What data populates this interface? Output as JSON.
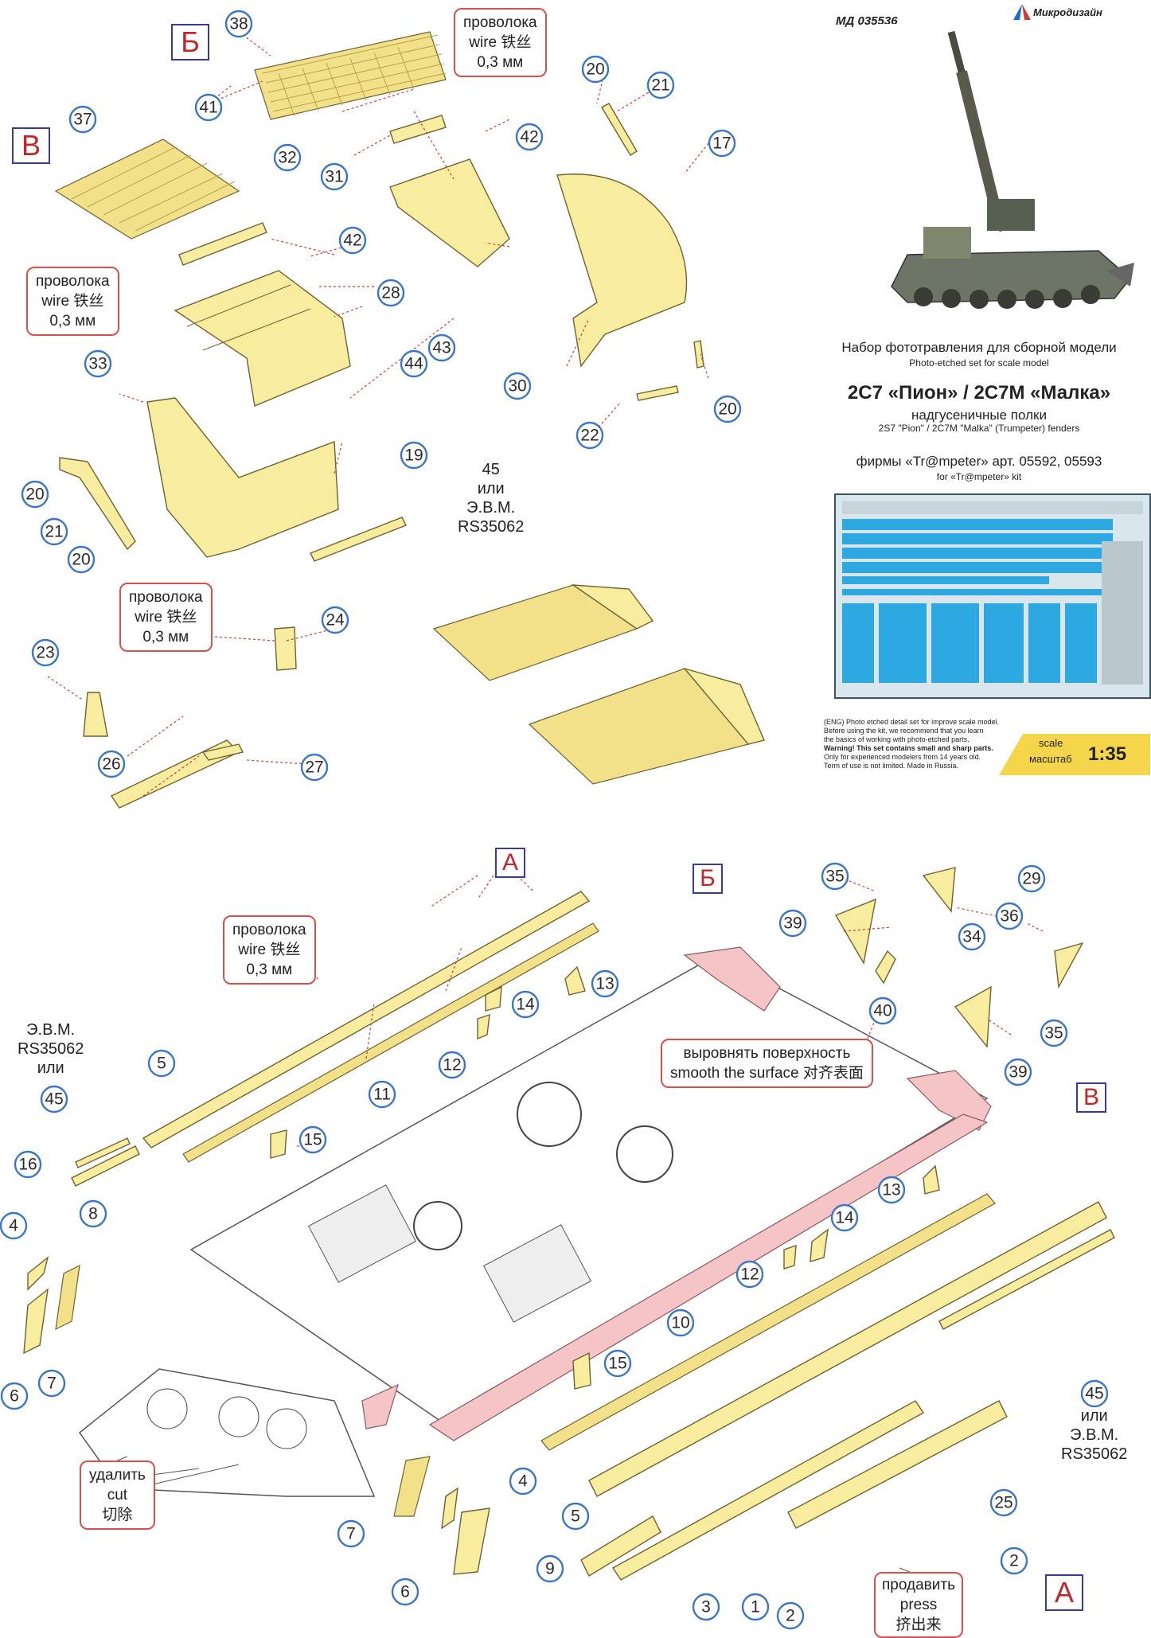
{
  "header": {
    "code": "МД 035536",
    "brand": "Микродизайн"
  },
  "info": {
    "title_ru": "Набор фототравления для сборной модели",
    "title_en": "Photo-etched set for scale model",
    "model": "2С7 «Пион» / 2С7М «Малка»",
    "subtitle_ru": "надгусеничные полки",
    "subtitle_en": "2S7 \"Pion\" / 2C7M \"Malka\" (Trumpeter) fenders",
    "kit_ru": "фирмы «Tr@mpeter» арт. 05592, 05593",
    "kit_en": "for «Tr@mpeter» kit",
    "note_line1": "(ENG) Photo etched detail set for improve scale model.",
    "note_line2": "Before using the kit, we recommend that you learn",
    "note_line3": "the basics of working with photo-etched parts.",
    "note_warning": "Warning! This set contains small and sharp parts.",
    "note_line5": "Only for experienced modelers from 14 years old.",
    "note_line6": "Term of use is not limited. Made in Russia.",
    "scale_label_en": "scale",
    "scale_label_ru": "масштаб",
    "scale_value": "1:35"
  },
  "callouts": {
    "wire_ru": "проволока",
    "wire_en": "wire 铁丝",
    "wire_size": "0,3 мм",
    "smooth_ru": "выровнять поверхность",
    "smooth_en": "smooth the surface 对齐表面",
    "cut_ru": "удалить",
    "cut_en": "cut",
    "cut_zh": "切除",
    "press_ru": "продавить",
    "press_en": "press",
    "press_zh": "挤出来",
    "evm1": "Э.В.М.",
    "evm2": "RS35062",
    "or": "или",
    "n45": "45"
  },
  "letters": {
    "A": "А",
    "B": "Б",
    "V": "В"
  },
  "part_numbers": [
    "38",
    "37",
    "41",
    "31",
    "42",
    "32",
    "42",
    "28",
    "44",
    "43",
    "33",
    "20",
    "21",
    "17",
    "30",
    "20",
    "22",
    "19",
    "20",
    "21",
    "20",
    "23",
    "24",
    "26",
    "27",
    "45",
    "16",
    "8",
    "4",
    "6",
    "7",
    "5",
    "11",
    "15",
    "14",
    "12",
    "13",
    "35",
    "29",
    "36",
    "39",
    "34",
    "40",
    "39",
    "35",
    "13",
    "14",
    "12",
    "10",
    "15",
    "45",
    "5",
    "9",
    "3",
    "1",
    "2",
    "25",
    "2",
    "4",
    "7",
    "6"
  ],
  "colors": {
    "part_fill": "#f8ec9e",
    "number_ring": "#3a76c8",
    "leader": "#d23b3b",
    "callout_border": "#d7504c",
    "pink_area": "#f4c4c6",
    "sheet_blue": "#2ea8e0",
    "scale_yellow": "#f5d54a"
  },
  "icons": [
    "brand-logo-icon",
    "howitzer-photo",
    "pe-sheet-image"
  ]
}
